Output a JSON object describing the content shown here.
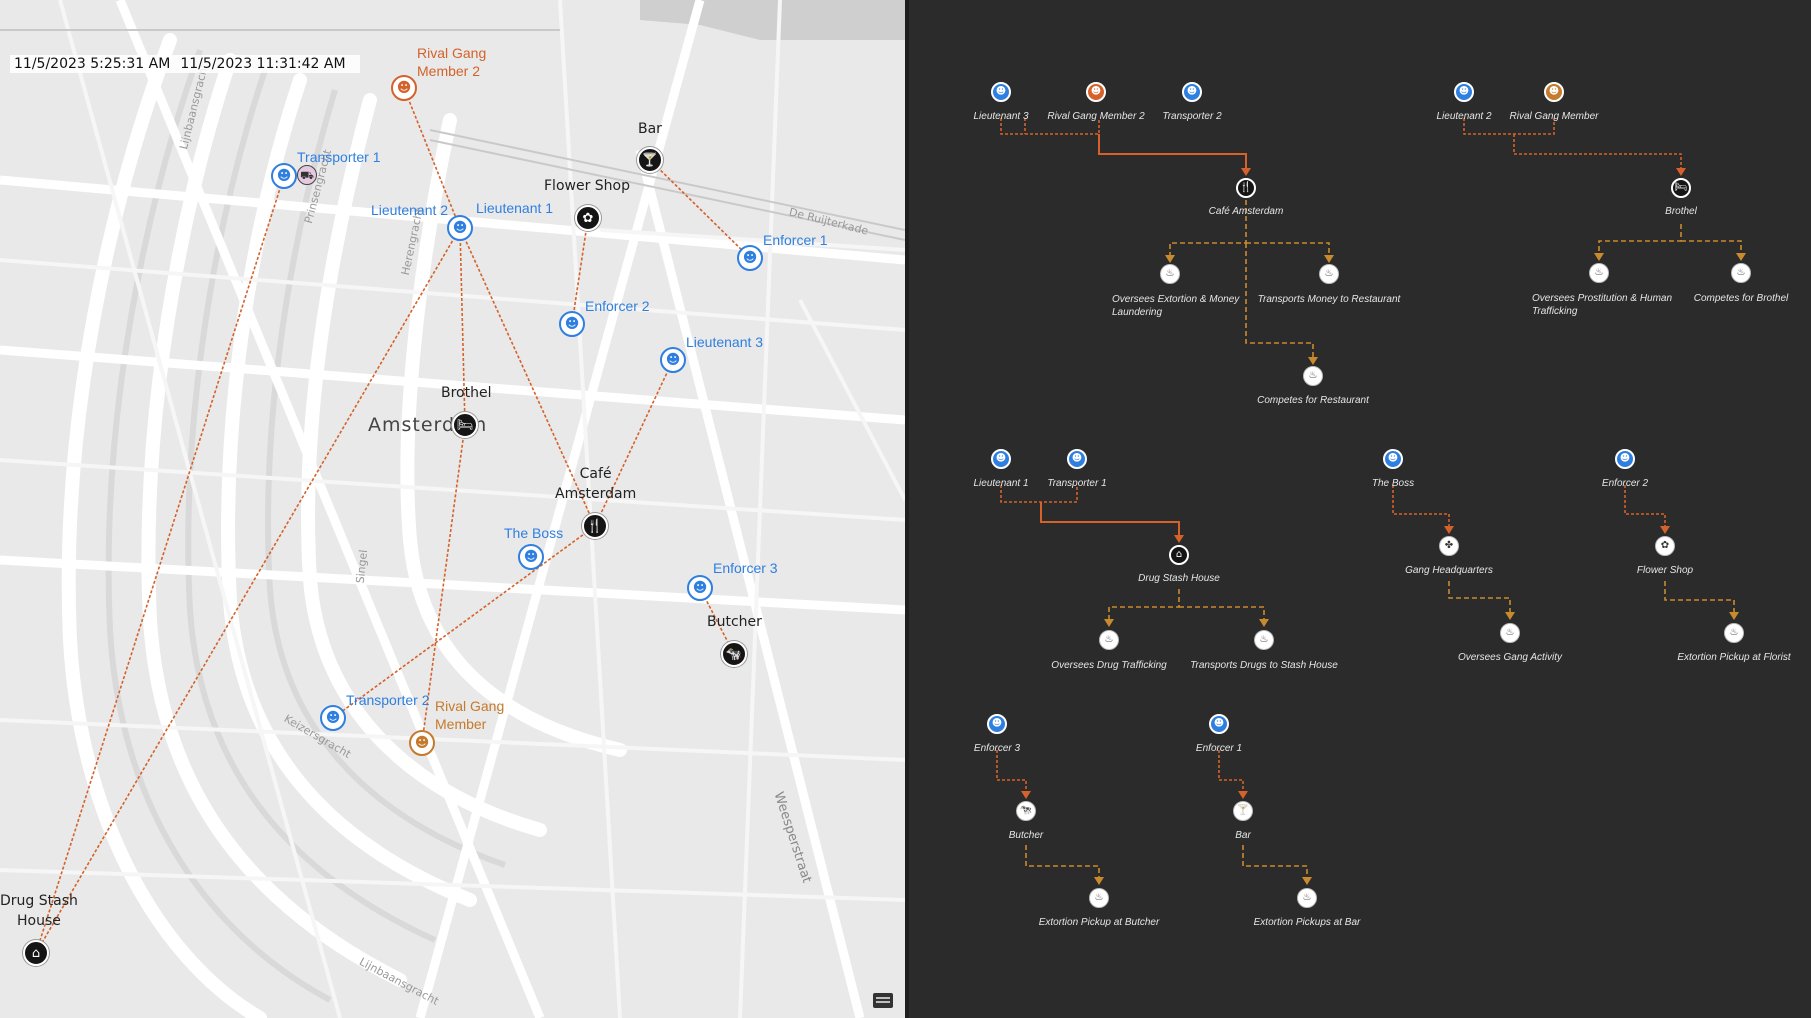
{
  "colors": {
    "person": "#2f7fe0",
    "rival": "#d4622a",
    "rival_alt": "#c57a2c",
    "link": "#d4622a",
    "link_alt": "#c98a2e",
    "graph_bg": "#2b2b2b"
  },
  "map": {
    "timestamp_start": "11/5/2023 5:25:31 AM",
    "timestamp_end": "11/5/2023 11:31:42 AM",
    "city_label": "Amsterdam",
    "streets": [
      "De Ruijterkade",
      "Lijnbaansgracht",
      "Prinsengracht",
      "Herengracht",
      "Singel",
      "Keizersgracht",
      "Weesperstraat",
      "Lijnbaansgracht"
    ],
    "markers": {
      "rival_gang_member_2": {
        "label": "Rival Gang\nMember 2",
        "icon": "person-masked-icon"
      },
      "transporter_1": {
        "label": "Transporter 1",
        "icon": "person-icon"
      },
      "vehicle": {
        "icon": "car-icon"
      },
      "lieutenant_2": {
        "label": "Lieutenant 2",
        "icon": "person-icon"
      },
      "lieutenant_1": {
        "label": "Lieutenant 1",
        "icon": "person-icon"
      },
      "bar": {
        "label": "Bar",
        "icon": "cocktail-icon"
      },
      "flower_shop": {
        "label": "Flower Shop",
        "icon": "flower-icon"
      },
      "enforcer_1": {
        "label": "Enforcer 1",
        "icon": "person-icon"
      },
      "enforcer_2": {
        "label": "Enforcer 2",
        "icon": "person-icon"
      },
      "lieutenant_3": {
        "label": "Lieutenant 3",
        "icon": "person-icon"
      },
      "brothel": {
        "label": "Brothel",
        "icon": "bed-icon"
      },
      "cafe": {
        "label": "Café\nAmsterdam",
        "icon": "cutlery-icon"
      },
      "the_boss": {
        "label": "The Boss",
        "icon": "person-icon"
      },
      "enforcer_3": {
        "label": "Enforcer 3",
        "icon": "person-icon"
      },
      "butcher": {
        "label": "Butcher",
        "icon": "cow-icon"
      },
      "transporter_2": {
        "label": "Transporter 2",
        "icon": "person-icon"
      },
      "rival_gang_member": {
        "label": "Rival Gang\nMember",
        "icon": "person-masked-icon"
      },
      "drug_stash_house": {
        "label": "Drug Stash\nHouse",
        "icon": "jar-icon"
      }
    }
  },
  "graph": {
    "labels": {
      "lt3": "Lieutenant 3",
      "rgm2": "Rival Gang Member 2",
      "tr2": "Transporter 2",
      "cafe": "Café Amsterdam",
      "a_extortion_laundering": "Oversees Extortion & Money\nLaundering",
      "a_transport_money": "Transports Money to Restaurant",
      "a_compete_restaurant": "Competes for Restaurant",
      "lt2": "Lieutenant 2",
      "rgm": "Rival Gang Member",
      "brothel": "Brothel",
      "a_prostitution": "Oversees Prostitution & Human\nTrafficking",
      "a_compete_brothel": "Competes for Brothel",
      "lt1": "Lieutenant 1",
      "tr1": "Transporter 1",
      "stash": "Drug Stash House",
      "a_drug_trafficking": "Oversees Drug Trafficking",
      "a_transport_drugs": "Transports Drugs to Stash House",
      "boss": "The Boss",
      "hq": "Gang Headquarters",
      "a_gang_activity": "Oversees Gang Activity",
      "enf2": "Enforcer 2",
      "flower": "Flower Shop",
      "a_pickup_florist": "Extortion Pickup at Florist",
      "enf3": "Enforcer 3",
      "butcher": "Butcher",
      "a_pickup_butcher": "Extortion Pickup at Butcher",
      "enf1": "Enforcer 1",
      "bar": "Bar",
      "a_pickup_bar": "Extortion Pickups at Bar"
    },
    "icons": {
      "person": "person-icon",
      "rival": "person-masked-icon",
      "activity": "fire-icon",
      "cafe": "cutlery-icon",
      "brothel": "bed-icon",
      "stash": "jar-icon",
      "hq": "paw-icon",
      "flower": "flower-icon",
      "butcher": "cow-icon",
      "bar": "cocktail-icon"
    }
  }
}
